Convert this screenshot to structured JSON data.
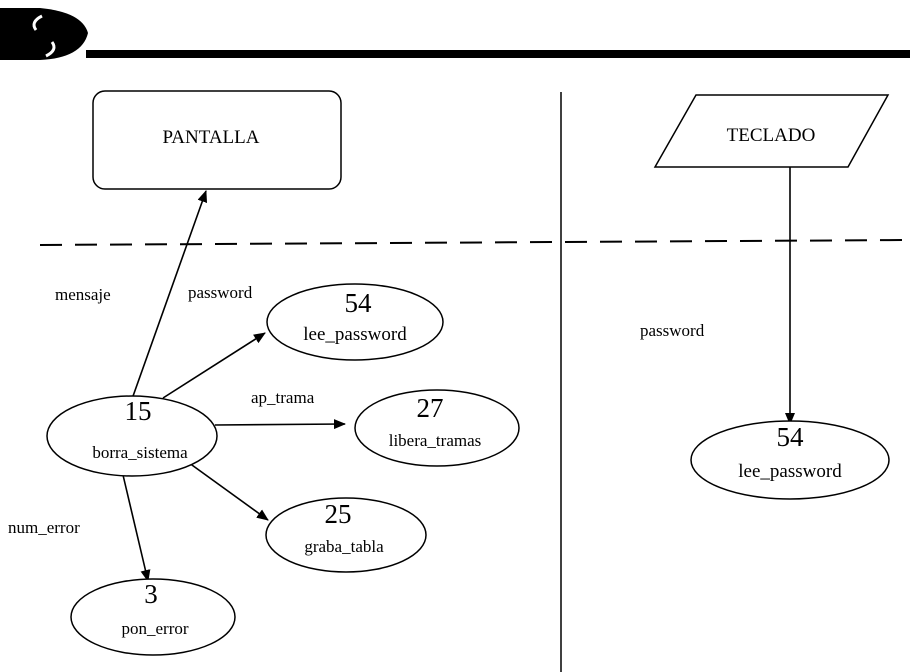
{
  "left_panel": {
    "external_entity": "PANTALLA",
    "flows": {
      "mensaje": "mensaje",
      "password": "password",
      "ap_trama": "ap_trama",
      "num_error": "num_error"
    },
    "processes": {
      "borra_sistema": {
        "number": "15",
        "name": "borra_sistema"
      },
      "lee_password": {
        "number": "54",
        "name": "lee_password"
      },
      "libera_tramas": {
        "number": "27",
        "name": "libera_tramas"
      },
      "graba_tabla": {
        "number": "25",
        "name": "graba_tabla"
      },
      "pon_error": {
        "number": "3",
        "name": "pon_error"
      }
    }
  },
  "right_panel": {
    "external_entity": "TECLADO",
    "flow": "password",
    "process": {
      "number": "54",
      "name": "lee_password"
    }
  }
}
